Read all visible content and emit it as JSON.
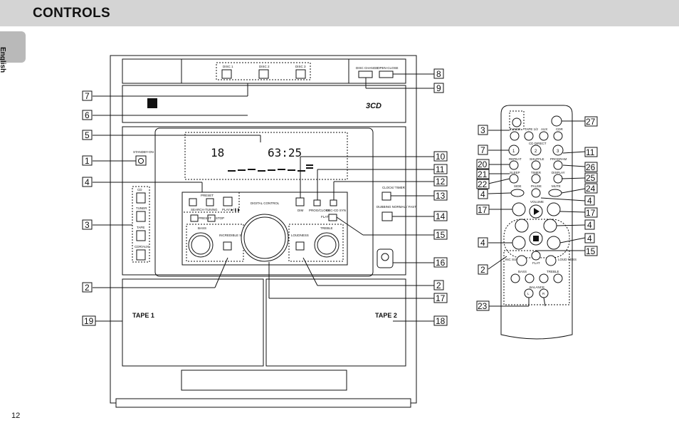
{
  "header": {
    "title": "CONTROLS"
  },
  "language_tab": "English",
  "page_number": "12",
  "unit": {
    "disc1": "DISC 1",
    "disc2": "DISC 2",
    "disc3": "DISC 3",
    "disc_change": "DISC CHANGE",
    "open_close": "OPEN·CLOSE",
    "logo_3cd": "3CD",
    "standby_on": "STANDBY-ON",
    "source_cd": "CD",
    "source_tuner": "TUNER",
    "source_tape": "TAPE",
    "source_cdr_aux": "CDR/AUX",
    "preset": "PRESET",
    "tuning_search": "SEARCH·TUNING",
    "play_pause": "PLAY ▶/❚❚",
    "preset2": "PRESET",
    "stop": "STOP",
    "digital_control": "DIGITAL CONTROL",
    "dim": "DIM",
    "prog_clock": "PROG/CLOCK",
    "rec_cd_syn": "REC-CD SYN",
    "clock_timer": "CLOCK/ TIMER",
    "dubbing": "DUBBING NORMAL / FAST",
    "flat": "FLAT",
    "bass": "BASS",
    "incredible_surround": "INCREDIBLE SURROUND",
    "loudness": "LOUDNESS",
    "treble": "TREBLE",
    "display_disc": "18",
    "display_time": "63:25",
    "tape1": "TAPE 1",
    "tape2": "TAPE 2"
  },
  "remote": {
    "tuner": "TUNER",
    "tape": "TAPE 1/2",
    "aux": "AUX",
    "cdr": "CDR",
    "cd_direct": "CD DIRECT",
    "n1": "1",
    "n2": "2",
    "n3": "3",
    "repeat": "REPEAT",
    "shuffle": "SHUFFLE",
    "program": "PROGRAM",
    "sleep": "SLEEP",
    "timer": "TIMER",
    "display": "DISPLAY",
    "side": "SIDE",
    "pause": "PAUSE",
    "mute": "MUTE",
    "volume": "VOLUME",
    "inc_surr": "INC SURR",
    "flat": "FLAT",
    "loud": "LOUD NESS",
    "bass": "BASS",
    "treble": "TREBLE",
    "balance": "BALANCE",
    "L": "L",
    "R": "R"
  },
  "callouts_unit_left": [
    "7",
    "6",
    "5",
    "1",
    "4",
    "3",
    "2",
    "19"
  ],
  "callouts_unit_right": [
    "8",
    "9",
    "10",
    "11",
    "12",
    "13",
    "14",
    "15",
    "16",
    "2",
    "17",
    "18"
  ],
  "callouts_remote_left": [
    "3",
    "7",
    "20",
    "21",
    "22",
    "4",
    "17",
    "4",
    "2",
    "23"
  ],
  "callouts_remote_right": [
    "27",
    "11",
    "26",
    "25",
    "24",
    "4",
    "17",
    "4",
    "4",
    "15"
  ]
}
